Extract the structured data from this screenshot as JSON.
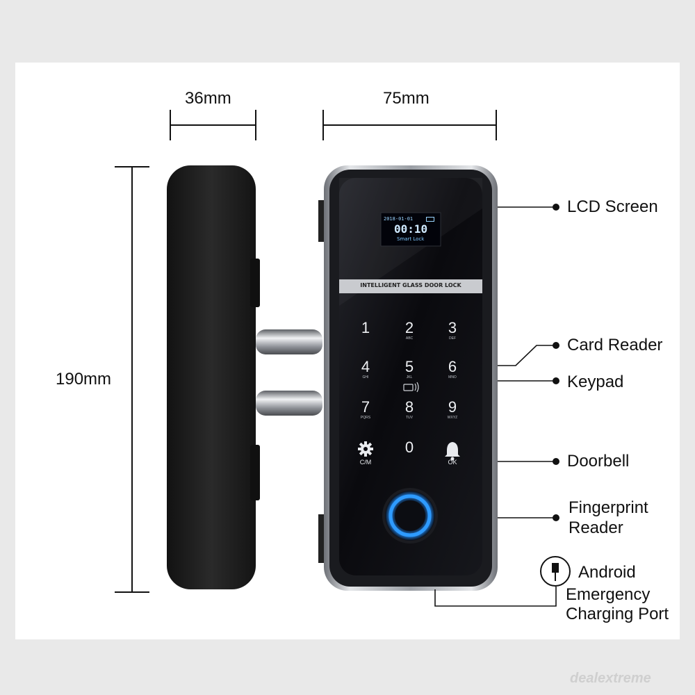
{
  "dimensions": {
    "width_side": "36mm",
    "width_front": "75mm",
    "height": "190mm"
  },
  "screen": {
    "date": "2018-01-01",
    "time": "00:10",
    "caption": "Smart Lock"
  },
  "brand_strip": "INTELLIGENT GLASS DOOR LOCK",
  "keypad": {
    "keys": [
      {
        "digit": "1",
        "letters": ""
      },
      {
        "digit": "2",
        "letters": "ABC"
      },
      {
        "digit": "3",
        "letters": "DEF"
      },
      {
        "digit": "4",
        "letters": "GHI"
      },
      {
        "digit": "5",
        "letters": "JKL"
      },
      {
        "digit": "6",
        "letters": "MNO"
      },
      {
        "digit": "7",
        "letters": "PQRS"
      },
      {
        "digit": "8",
        "letters": "TUV"
      },
      {
        "digit": "9",
        "letters": "WXYZ"
      },
      {
        "digit": "0",
        "letters": ""
      }
    ],
    "cm_label": "C/M",
    "ok_label": "OK"
  },
  "callouts": {
    "lcd": "LCD Screen",
    "card": "Card Reader",
    "keypad": "Keypad",
    "doorbell": "Doorbell",
    "fingerprint_1": "Fingerprint",
    "fingerprint_2": "Reader",
    "port_1": "Android",
    "port_2": "Emergency",
    "port_3": "Charging Port"
  },
  "colors": {
    "body": "#1c1c1c",
    "panel": "#0b0b10",
    "chrome": "#b9bcc1",
    "fingerprint_ring": "#2e9bff",
    "lcd_text": "#7fc8ff"
  },
  "watermark": "dealextreme"
}
